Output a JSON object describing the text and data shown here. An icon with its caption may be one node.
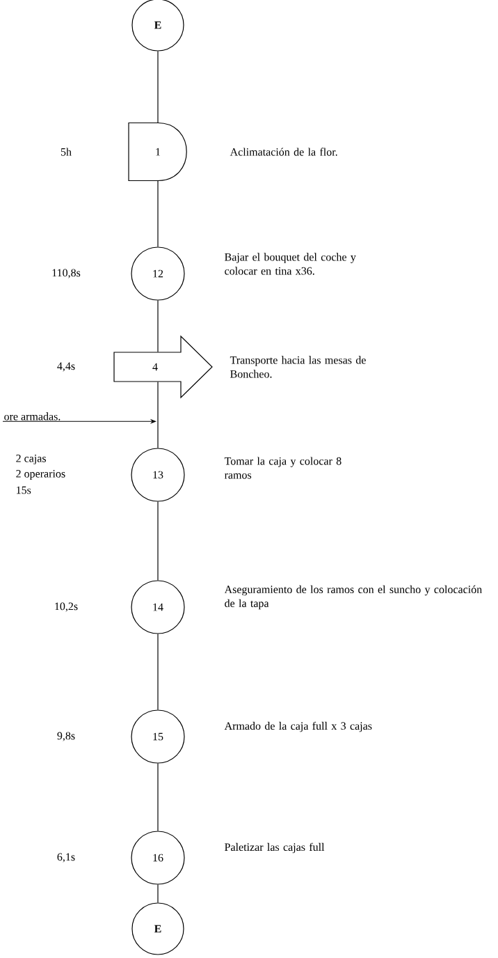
{
  "diagram": {
    "nodes": [
      {
        "text": [
          "E"
        ]
      },
      {
        "text": [
          "1"
        ],
        "beside": [
          "Aclimatación de la flor."
        ]
      },
      {
        "text": [
          "12"
        ],
        "beside": [
          "Bajar el bouquet del coche y colocar en tina x36."
        ]
      },
      {
        "text": [
          "4"
        ],
        "beside": [
          "Transporte hacia las mesas de Boncheo."
        ]
      },
      {
        "text": [
          "ore armadas."
        ]
      },
      {
        "text": [
          "13"
        ],
        "beside": [
          "2 cajas",
          "2 operarios",
          "15s",
          "Tomar la caja y colocar 8 ramos"
        ]
      },
      {
        "text": [
          "14"
        ],
        "beside": [
          "Aseguramiento de los ramos con el suncho y colocación de la tapa"
        ]
      },
      {
        "text": [
          "15"
        ],
        "beside": [
          "Armado de la caja full x 3 cajas"
        ]
      },
      {
        "text": [
          "16"
        ],
        "beside": [
          "Paletizar las cajas full"
        ]
      },
      {
        "text": [
          "E"
        ]
      }
    ],
    "edges": [
      {
        "from": 0,
        "to": 1,
        "arrow": "none"
      },
      {
        "from": 1,
        "to": 2,
        "arrow": "none"
      },
      {
        "from": 2,
        "to": 3,
        "arrow": "none"
      },
      {
        "from": 3,
        "to": 5,
        "arrow": "none"
      },
      {
        "from": 5,
        "to": 6,
        "arrow": "none"
      },
      {
        "from": 6,
        "to": 7,
        "arrow": "none"
      },
      {
        "from": 7,
        "to": 8,
        "arrow": "none"
      },
      {
        "from": 8,
        "to": 9,
        "arrow": "none"
      },
      {
        "from": 4,
        "to": null,
        "arrow": "to"
      }
    ],
    "labels": [
      "5h",
      "110,8s",
      "4,4s",
      "10,2s",
      "9,8s",
      "6,1s"
    ]
  }
}
